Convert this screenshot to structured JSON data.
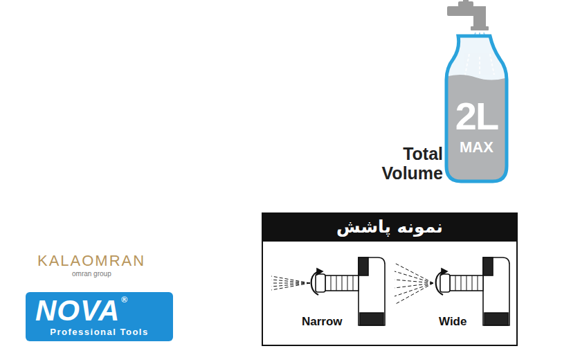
{
  "diagram": {
    "nodes": [
      {
        "text": [
          "2L",
          "MAX"
        ]
      },
      {
        "text": [
          "نمونه پاشش",
          "Narrow",
          "Wide"
        ]
      },
      {
        "text": [
          "NOVA",
          "®",
          "Professional Tools"
        ]
      }
    ],
    "labels": [
      "Total Volume",
      "KALAOMRAN",
      "omran group"
    ]
  }
}
